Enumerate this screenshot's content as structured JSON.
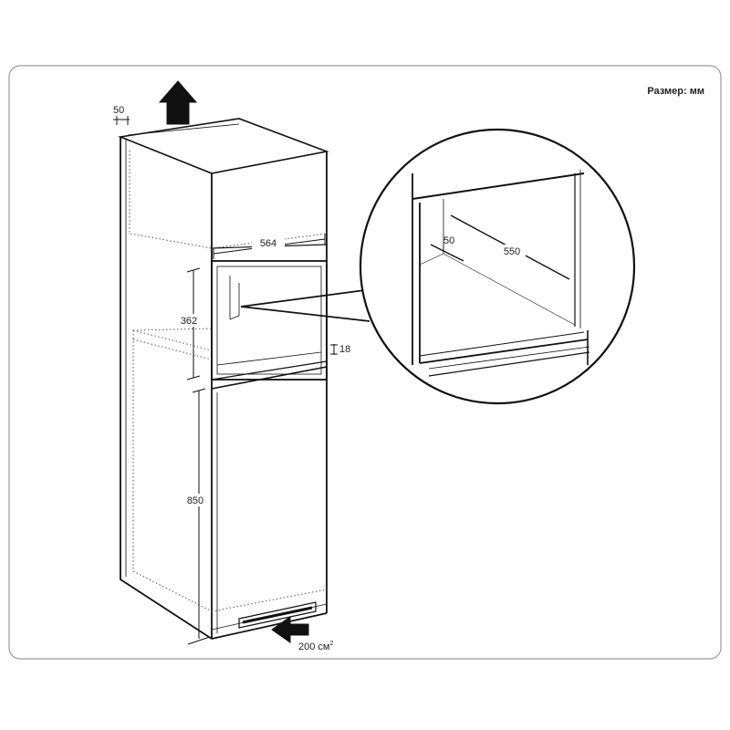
{
  "unit_label": "Размер: мм",
  "dimensions": {
    "top_gap": "50",
    "niche_width": "564",
    "niche_height": "362",
    "shelf_thickness": "18",
    "lower_height": "850",
    "vent_area": "200 см",
    "vent_area_superscript": "2",
    "detail_depth_offset": "50",
    "detail_depth": "550"
  },
  "colors": {
    "line": "#111111",
    "dotted": "#555555",
    "frame": "#9a9a9a"
  }
}
